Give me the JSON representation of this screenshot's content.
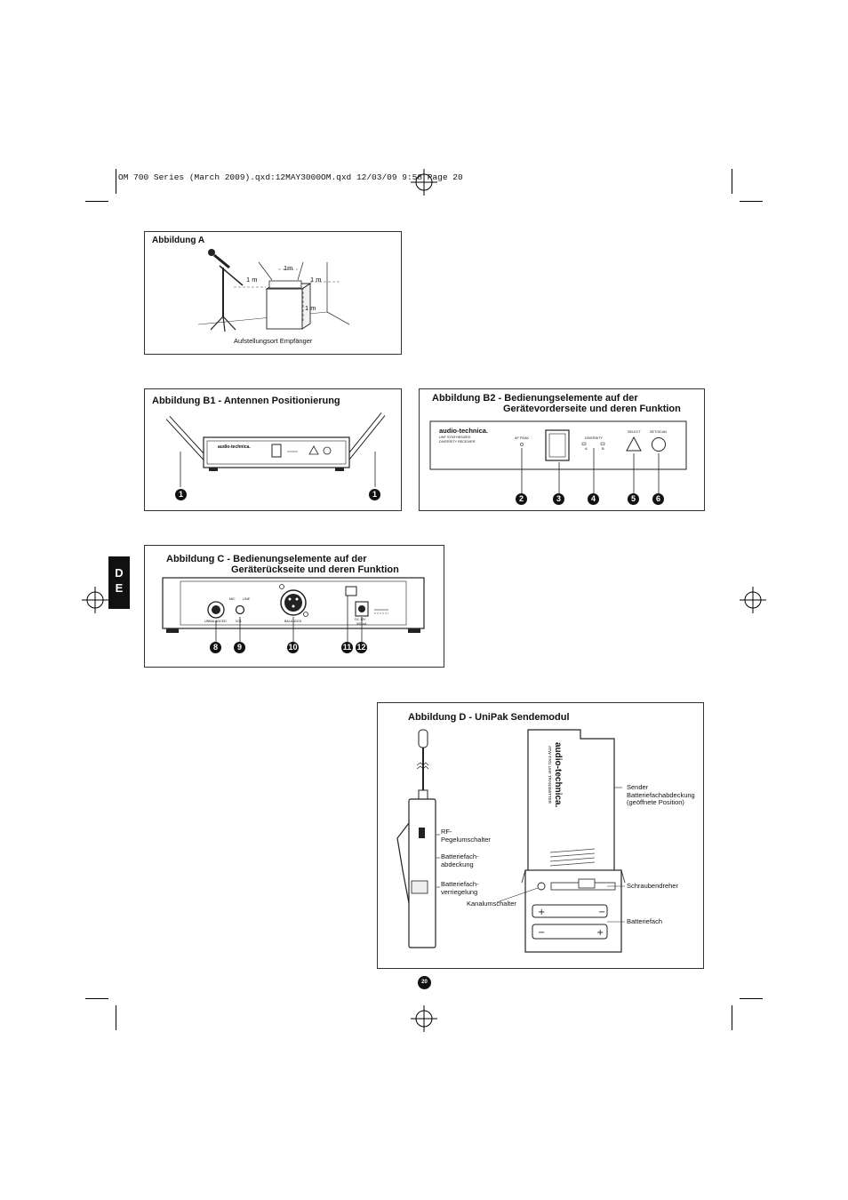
{
  "header": {
    "file_line": "OM 700 Series (March 2009).qxd:12MAY3000OM.qxd  12/03/09  9:58  Page 20"
  },
  "language_tab": {
    "line1": "D",
    "line2": "E"
  },
  "page_number": "20",
  "fig_a": {
    "title": "Abbildung A",
    "dim_labels": [
      "1 m",
      "1m",
      "1 m",
      "1 m"
    ],
    "caption": "Aufstellungsort Empfänger"
  },
  "fig_b1": {
    "title": "Abbildung B1 - Antennen Positionierung",
    "brand": "audio-technica.",
    "callouts": [
      "1",
      "1"
    ]
  },
  "fig_b2": {
    "title_line1": "Abbildung B2 - Bedienungselemente auf der",
    "title_line2": "Gerätevorderseite und deren Funktion",
    "brand": "audio-technica.",
    "model_line1": "UHF SYNTHESIZED",
    "model_line2": "DIVERSITY RECEIVER",
    "rf_label": "AF PEAK",
    "diversity_label": "DIVERSITY",
    "div_a": "A",
    "div_b": "B",
    "select_label": "SELECT",
    "set_label": "SET/SCAN",
    "callouts": [
      "2",
      "3",
      "4",
      "5",
      "6"
    ]
  },
  "fig_c": {
    "title_line1": "Abbildung C - Bedienungselemente auf der",
    "title_line2": "Geräterückseite und deren Funktion",
    "unbalanced": "UNBALANCED",
    "vol": "VOL",
    "mic": "MIC",
    "line": "LINE",
    "balanced": "BALANCED",
    "dc_line1": "DC 12V",
    "dc_line2": "500mA",
    "callouts": [
      "8",
      "9",
      "10",
      "11",
      "12"
    ]
  },
  "fig_d": {
    "title": "Abbildung D - UniPak Sendemodul",
    "brand": "audio-technica.",
    "model": "ATW-T701 UHF TRANSMITTER",
    "label_rf": [
      "RF-",
      "Pegelumschalter"
    ],
    "label_batt_cover": [
      "Batteriefach-",
      "abdeckung"
    ],
    "label_batt_lock": [
      "Batteriefach-",
      "verriegelung"
    ],
    "label_channel": "Kanalumschalter",
    "label_sender": [
      "Sender",
      "Batteriefachabdeckung",
      "(geöffnete Position)"
    ],
    "label_screwdriver": "Schraubendreher",
    "label_battery_compartment": "Batteriefach"
  },
  "colors": {
    "ink": "#111111",
    "tab_bg": "#111111"
  }
}
